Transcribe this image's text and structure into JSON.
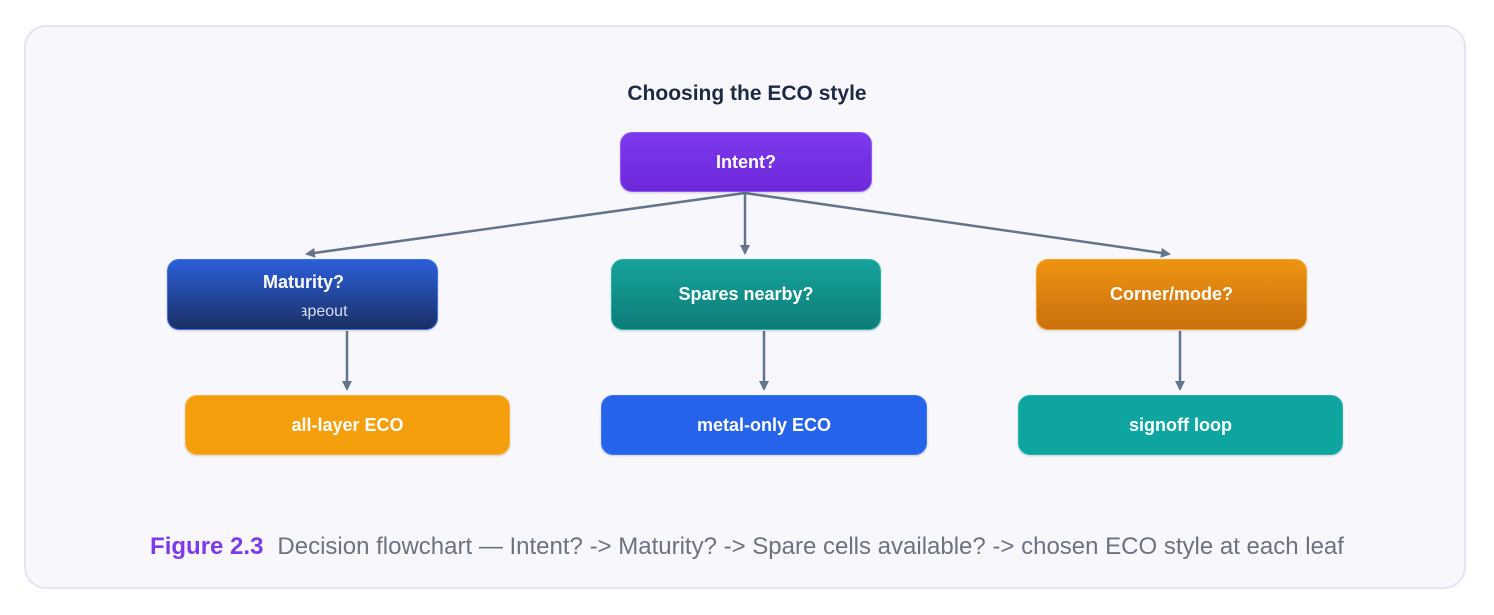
{
  "diagram": {
    "title": "Choosing the ECO style",
    "nodes": {
      "intent": "Intent?",
      "maturity": "Maturity?",
      "maturity_sub": "post tapeout",
      "spares": "Spares nearby?",
      "corner": "Corner/mode?",
      "leaf_all_layer": "all-layer ECO",
      "leaf_metal_only": "metal-only ECO",
      "leaf_signoff": "signoff loop"
    }
  },
  "caption": {
    "label": "Figure 2.3",
    "text": "Decision flowchart — Intent? -> Maturity? -> Spare cells available? -> chosen ECO style at each leaf"
  },
  "colors": {
    "intent": "#7c3aed",
    "maturity": "#1e3a8a",
    "spares": "#0f8f89",
    "corner": "#d97706",
    "leaf_all_layer": "#f59e0b",
    "leaf_metal_only": "#2563eb",
    "leaf_signoff": "#0ea5a0",
    "edge": "#64748b",
    "caption_label": "#7c3aed"
  }
}
